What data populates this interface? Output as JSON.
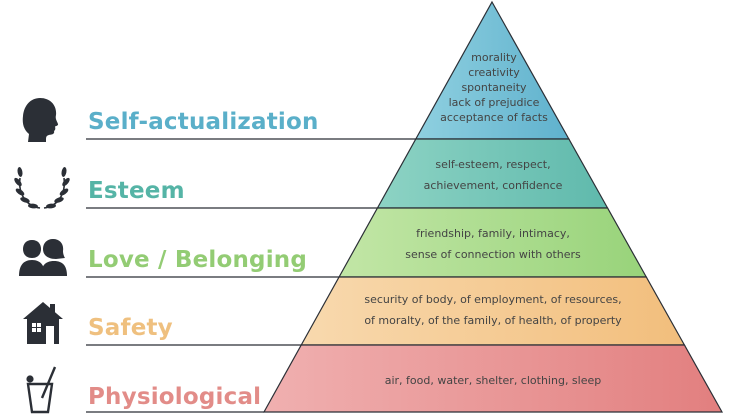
{
  "levels": [
    {
      "label": "Self-actualization",
      "icon": "head-icon",
      "color": "#6cbad3",
      "label_color": "#5aafc9",
      "descriptions": [
        "morality",
        "creativity",
        "spontaneity",
        "lack of prejudice",
        "acceptance of facts"
      ]
    },
    {
      "label": "Esteem",
      "icon": "laurel-wreath-icon",
      "color": "#71c5b7",
      "label_color": "#55b4a6",
      "descriptions": [
        "self-esteem, respect,",
        "achievement, confidence"
      ]
    },
    {
      "label": "Love / Belonging",
      "icon": "couple-icon",
      "color": "#a7d98b",
      "label_color": "#93cc74",
      "descriptions": [
        "friendship, family, intimacy,",
        "sense of connection with others"
      ]
    },
    {
      "label": "Safety",
      "icon": "house-icon",
      "color": "#f4c88f",
      "label_color": "#efc07f",
      "descriptions": [
        "security of body, of employment, of resources,",
        "of moralty, of the family, of health, of property"
      ]
    },
    {
      "label": "Physiological",
      "icon": "drink-glass-icon",
      "color": "#e88c8c",
      "label_color": "#e28c88",
      "descriptions": [
        "air, food, water, shelter, clothing, sleep"
      ]
    }
  ],
  "colors": {
    "icon": "#2b2f36",
    "divider": "#2b2f36",
    "text": "#444444"
  }
}
